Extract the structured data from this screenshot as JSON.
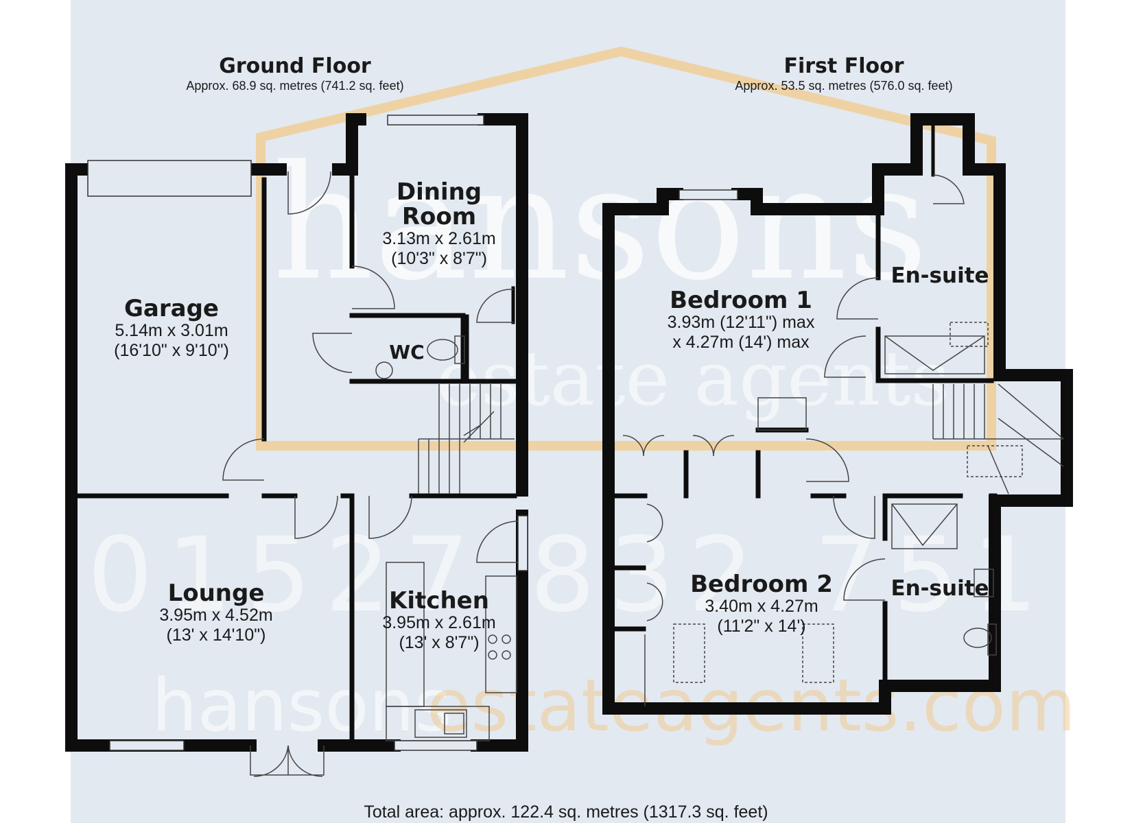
{
  "floors": [
    {
      "title": "Ground Floor",
      "area": "Approx. 68.9 sq. metres (741.2 sq. feet)"
    },
    {
      "title": "First Floor",
      "area": "Approx. 53.5 sq. metres (576.0 sq. feet)"
    }
  ],
  "rooms": {
    "dining": {
      "name": "Dining Room",
      "dim1": "3.13m x 2.61m",
      "dim2": "(10'3\" x 8'7\")"
    },
    "garage": {
      "name": "Garage",
      "dim1": "5.14m x 3.01m",
      "dim2": "(16'10\" x 9'10\")"
    },
    "wc": {
      "name": "WC"
    },
    "lounge": {
      "name": "Lounge",
      "dim1": "3.95m x 4.52m",
      "dim2": "(13' x 14'10\")"
    },
    "kitchen": {
      "name": "Kitchen",
      "dim1": "3.95m x 2.61m",
      "dim2": "(13' x 8'7\")"
    },
    "bedroom1": {
      "name": "Bedroom 1",
      "dim1": "3.93m (12'11\") max",
      "dim2": "x 4.27m (14') max"
    },
    "ensuite1": {
      "name": "En-suite"
    },
    "bedroom2": {
      "name": "Bedroom 2",
      "dim1": "3.40m x 4.27m",
      "dim2": "(11'2\" x 14')"
    },
    "ensuite2": {
      "name": "En-suite"
    }
  },
  "watermark": {
    "brand": "hansons",
    "tagline": "estate agents",
    "phone": "01527 832 751",
    "site_a": "hansons",
    "site_b": "estateagents.com"
  },
  "total_area": "Total area: approx. 122.4 sq. metres (1317.3 sq. feet)",
  "colors": {
    "background": "#e3e9f1",
    "wall": "#0d0d0d",
    "watermark_white": "#ffffff",
    "watermark_gold": "#f2c98a"
  }
}
